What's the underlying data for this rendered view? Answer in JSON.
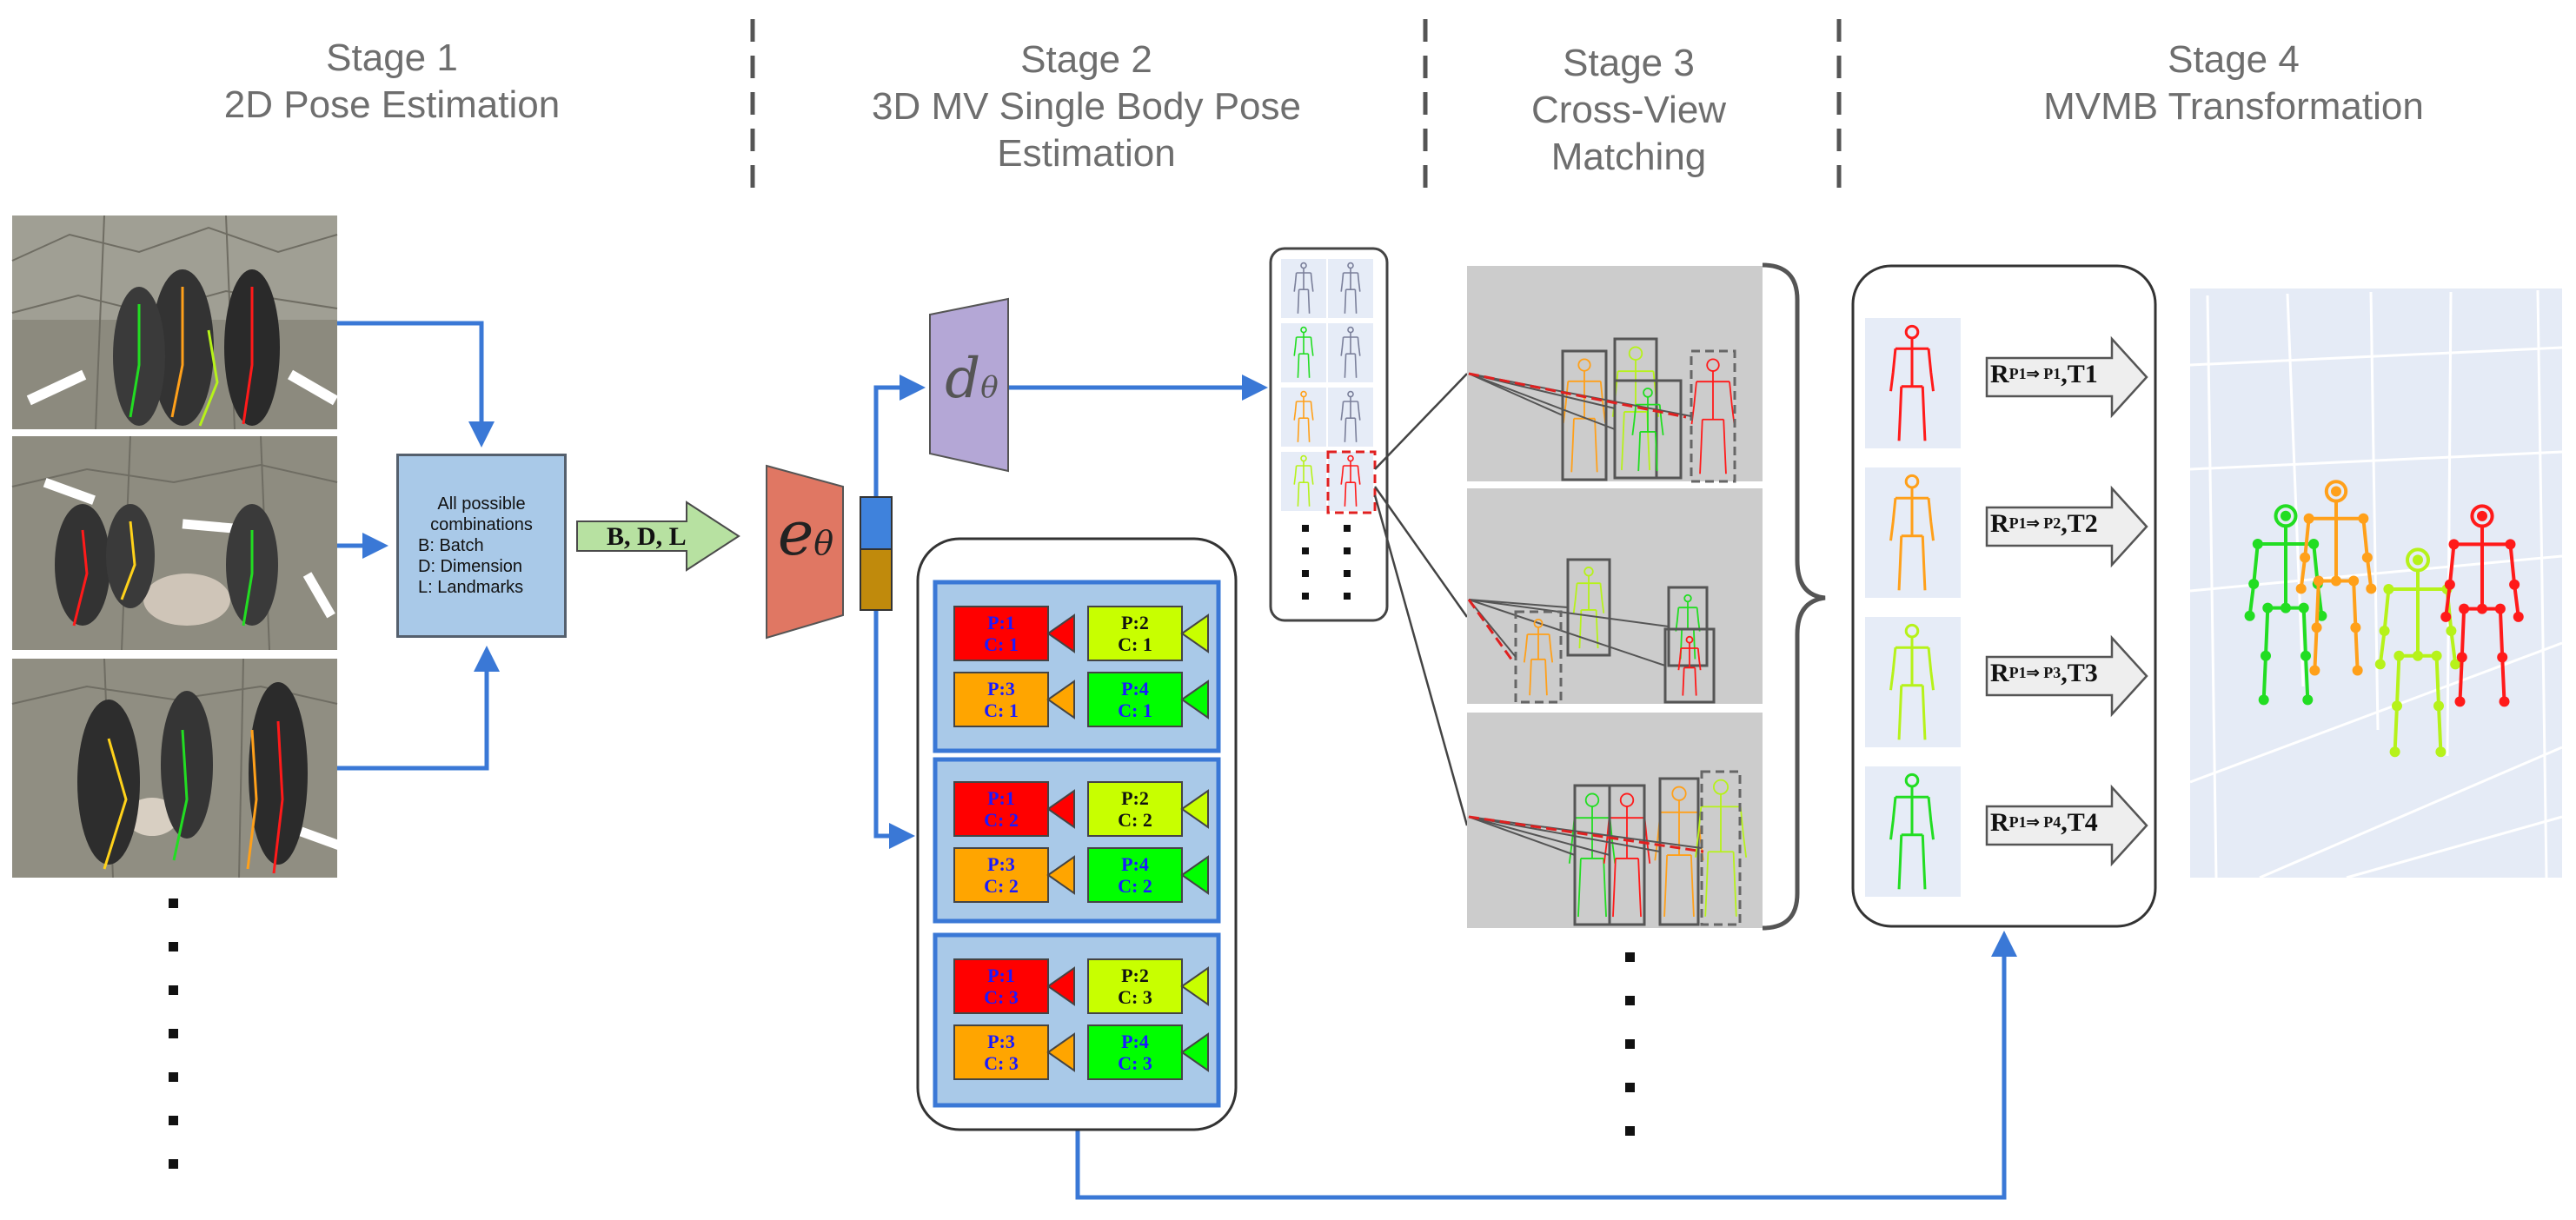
{
  "stages": [
    {
      "title": "Stage 1",
      "subtitle": [
        "2D Pose Estimation"
      ]
    },
    {
      "title": "Stage 2",
      "subtitle": [
        "3D MV Single Body Pose",
        "Estimation"
      ]
    },
    {
      "title": "Stage 3",
      "subtitle": [
        "Cross-View",
        "Matching"
      ]
    },
    {
      "title": "Stage 4",
      "subtitle": [
        "MVMB Transformation"
      ]
    }
  ],
  "combinations_box": {
    "title": [
      "All possible",
      "combinations"
    ],
    "lines": [
      "B: Batch",
      "D: Dimension",
      "L: Landmarks"
    ]
  },
  "input_arrow_label": "B, D, L",
  "encoder_symbol": "e",
  "encoder_subscript": "θ",
  "decoder_symbol": "d",
  "decoder_subscript": "θ",
  "view_groups": [
    {
      "cells": [
        {
          "p": "P:1",
          "c": "C: 1",
          "color": "#ff0000",
          "text_color": "#1a1aff"
        },
        {
          "p": "P:2",
          "c": "C: 1",
          "color": "#c8ff00",
          "text_color": "#111111"
        },
        {
          "p": "P:3",
          "c": "C: 1",
          "color": "#ffa500",
          "text_color": "#1a1aff"
        },
        {
          "p": "P:4",
          "c": "C: 1",
          "color": "#00ff00",
          "text_color": "#1a1aff"
        }
      ]
    },
    {
      "cells": [
        {
          "p": "P:1",
          "c": "C: 2",
          "color": "#ff0000",
          "text_color": "#1a1aff"
        },
        {
          "p": "P:2",
          "c": "C: 2",
          "color": "#c8ff00",
          "text_color": "#111111"
        },
        {
          "p": "P:3",
          "c": "C: 2",
          "color": "#ffa500",
          "text_color": "#1a1aff"
        },
        {
          "p": "P:4",
          "c": "C: 2",
          "color": "#00ff00",
          "text_color": "#1a1aff"
        }
      ]
    },
    {
      "cells": [
        {
          "p": "P:1",
          "c": "C: 3",
          "color": "#ff0000",
          "text_color": "#1a1aff"
        },
        {
          "p": "P:2",
          "c": "C: 3",
          "color": "#c8ff00",
          "text_color": "#111111"
        },
        {
          "p": "P:3",
          "c": "C: 3",
          "color": "#ffa500",
          "text_color": "#1a1aff"
        },
        {
          "p": "P:4",
          "c": "C: 3",
          "color": "#00ff00",
          "text_color": "#1a1aff"
        }
      ]
    }
  ],
  "transform_arrows": [
    {
      "base": "R",
      "sup": "P1⇒ P1",
      "suffix": ",T1"
    },
    {
      "base": "R",
      "sup": "P1⇒ P2",
      "suffix": ",T2"
    },
    {
      "base": "R",
      "sup": "P1⇒ P3",
      "suffix": ",T3"
    },
    {
      "base": "R",
      "sup": "P1⇒ P4",
      "suffix": ",T4"
    }
  ],
  "person_colors": [
    "#ff1a1a",
    "#ffa01a",
    "#b6f21a",
    "#22dd22"
  ],
  "colors": {
    "flow_arrow": "#3a78d6",
    "divider": "#555555",
    "encoder": "#e07763",
    "decoder": "#b4a7d6",
    "latent_top": "#3f82dc",
    "latent_bottom": "#c08a0c",
    "view_panel": "#a9c9e8",
    "input_arrow": "#b7e1a1",
    "matching_panel": "#cccccc"
  },
  "icons": [
    "camera-icon",
    "skeleton-icon",
    "brace-icon"
  ]
}
